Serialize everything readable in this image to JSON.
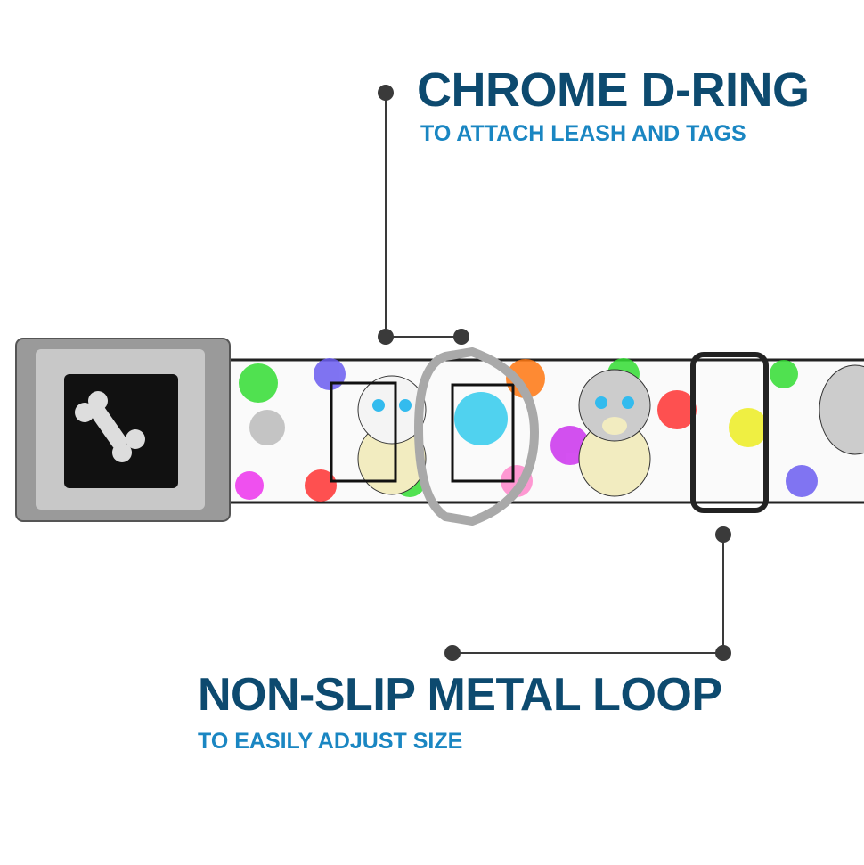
{
  "callouts": [
    {
      "title": "CHROME D-RING",
      "subtitle": "TO ATTACH LEASH AND TAGS"
    },
    {
      "title": "NON-SLIP METAL LOOP",
      "subtitle": "TO EASILY ADJUST SIZE"
    }
  ],
  "colors": {
    "title": "#0d4a6f",
    "subtitle": "#1a86c2",
    "leader": "#3a3a3a"
  }
}
